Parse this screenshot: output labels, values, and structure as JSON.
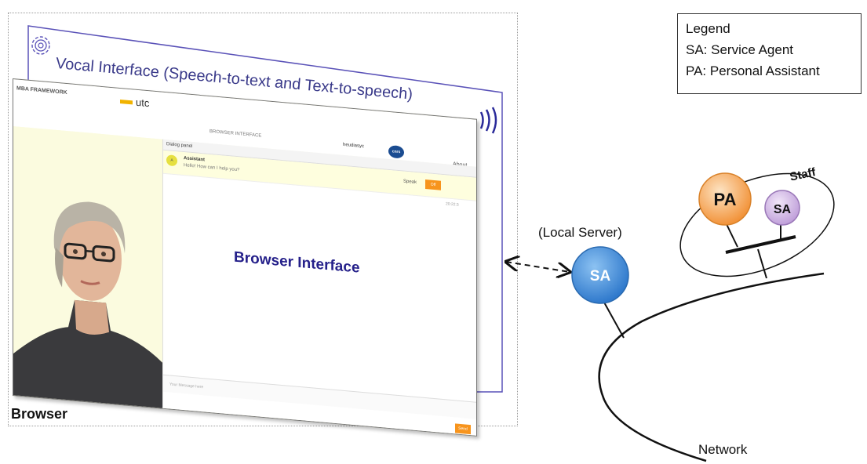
{
  "browser": {
    "label": "Browser"
  },
  "vocal_interface": {
    "title": "Vocal Interface (Speech-to-text and Text-to-speech)"
  },
  "browser_interface": {
    "center_label": "Browser Interface",
    "brand": "MBA FRAMEWORK",
    "utc_logo": "utc",
    "header": "BROWSER INTERFACE",
    "heudiasyc_logo": "heudiasyc",
    "cnrs_logo": "cnrs",
    "about_link": "About",
    "dialog_panel_label": "Dialog panel",
    "assistant_avatar_letter": "A",
    "assistant_name": "Assistant",
    "assistant_message": "Hello! How can I help you?",
    "speak_label": "Speak",
    "off_button": "Off",
    "timestamp": "20:22:3",
    "input_placeholder": "Your Message here",
    "send_button": "Send"
  },
  "legend": {
    "title": "Legend",
    "items": [
      "SA: Service Agent",
      "PA: Personal Assistant"
    ]
  },
  "network": {
    "local_server_label": "(Local Server)",
    "local_sa_label": "SA",
    "pa_label": "PA",
    "staff_sa_label": "SA",
    "staff_label": "Staff",
    "network_label": "Network"
  },
  "colors": {
    "vocal_frame": "#5a52b8",
    "local_sa_fill": "#3b86d6",
    "pa_fill": "#f39a3c",
    "staff_sa_fill": "#c9a9e0"
  }
}
